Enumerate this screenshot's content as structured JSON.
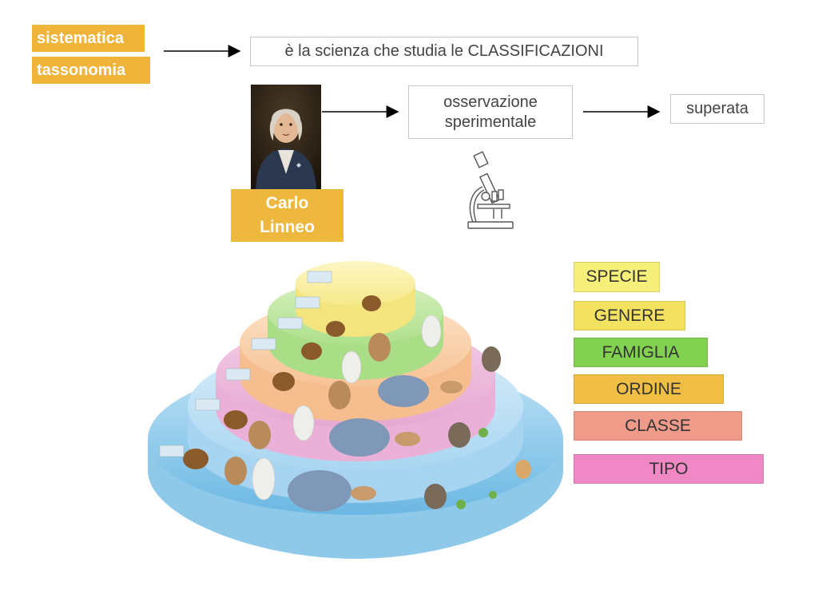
{
  "terms": [
    {
      "label": "sistematica",
      "color": "#f0b43a"
    },
    {
      "label": "tassonomia",
      "color": "#f0b43a"
    }
  ],
  "definition": "è la scienza che studia le CLASSIFICAZIONI",
  "person": {
    "name_line1": "Carlo",
    "name_line2": "Linneo",
    "color": "#eeb83f"
  },
  "flow": {
    "method_line1": "osservazione",
    "method_line2": "sperimentale",
    "status": "superata"
  },
  "icons": {
    "portrait": "portrait-icon",
    "microscope": "microscope-icon",
    "pyramid": "classification-pyramid-illustration"
  },
  "levels": [
    {
      "label": "SPECIE",
      "color": "#f6ef7a"
    },
    {
      "label": "GENERE",
      "color": "#f3e25f"
    },
    {
      "label": "FAMIGLIA",
      "color": "#82d150"
    },
    {
      "label": "ORDINE",
      "color": "#f0be43"
    },
    {
      "label": "CLASSE",
      "color": "#f09a8a"
    },
    {
      "label": "TIPO",
      "color": "#ef88c4"
    }
  ]
}
